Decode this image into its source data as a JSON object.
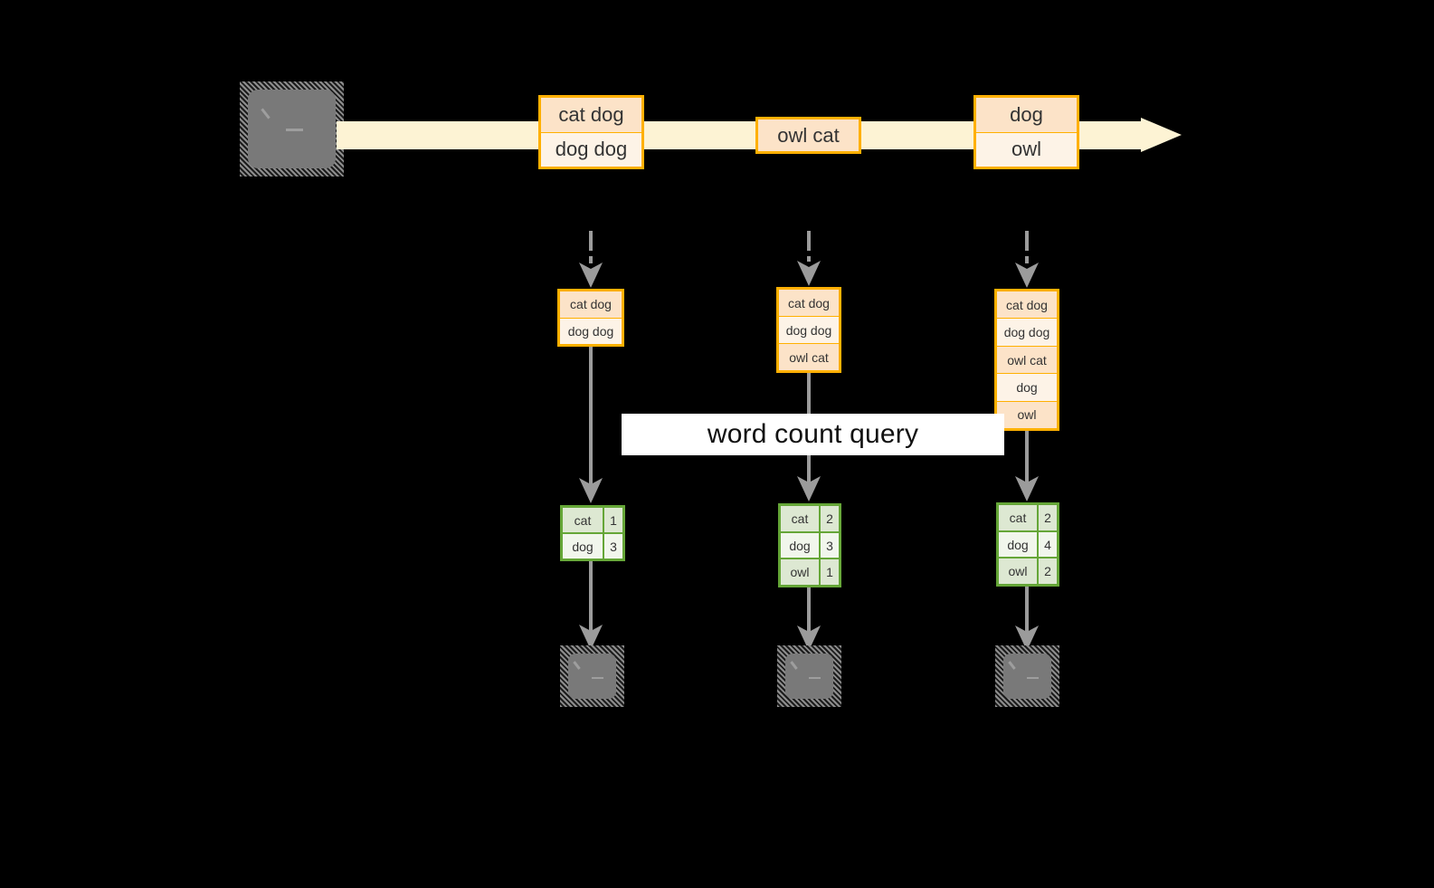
{
  "diagram": {
    "title_label": "word count query",
    "colors": {
      "background": "#000000",
      "stream_arrow": "#fdf3d4",
      "message_border": "#ffb000",
      "message_shade": "#fce3c8",
      "message_light": "#fdf3e7",
      "result_border": "#65a637",
      "result_shade": "#dde8d2",
      "result_light": "#f1f6ec",
      "connector": "#9b9b9b",
      "terminal_face": "#797979",
      "label_background": "#ffffff"
    },
    "icons": {
      "source_terminal": "terminal-icon",
      "sink_terminal": "terminal-icon"
    },
    "stream": {
      "name": "event-stream",
      "messages": [
        {
          "id": "m1",
          "lines": [
            "cat dog",
            "dog dog"
          ]
        },
        {
          "id": "m2",
          "lines": [
            "owl cat"
          ]
        },
        {
          "id": "m3",
          "lines": [
            "dog",
            "owl"
          ]
        }
      ]
    },
    "columns": [
      {
        "id": "t1",
        "state": {
          "lines": [
            "cat dog",
            "dog dog"
          ]
        },
        "result": {
          "rows": [
            {
              "word": "cat",
              "count": "1"
            },
            {
              "word": "dog",
              "count": "3"
            }
          ]
        }
      },
      {
        "id": "t2",
        "state": {
          "lines": [
            "cat dog",
            "dog dog",
            "owl cat"
          ]
        },
        "result": {
          "rows": [
            {
              "word": "cat",
              "count": "2"
            },
            {
              "word": "dog",
              "count": "3"
            },
            {
              "word": "owl",
              "count": "1"
            }
          ]
        }
      },
      {
        "id": "t3",
        "state": {
          "lines": [
            "cat dog",
            "dog dog",
            "owl cat",
            "dog",
            "owl"
          ]
        },
        "result": {
          "rows": [
            {
              "word": "cat",
              "count": "2"
            },
            {
              "word": "dog",
              "count": "4"
            },
            {
              "word": "owl",
              "count": "2"
            }
          ]
        }
      }
    ]
  }
}
